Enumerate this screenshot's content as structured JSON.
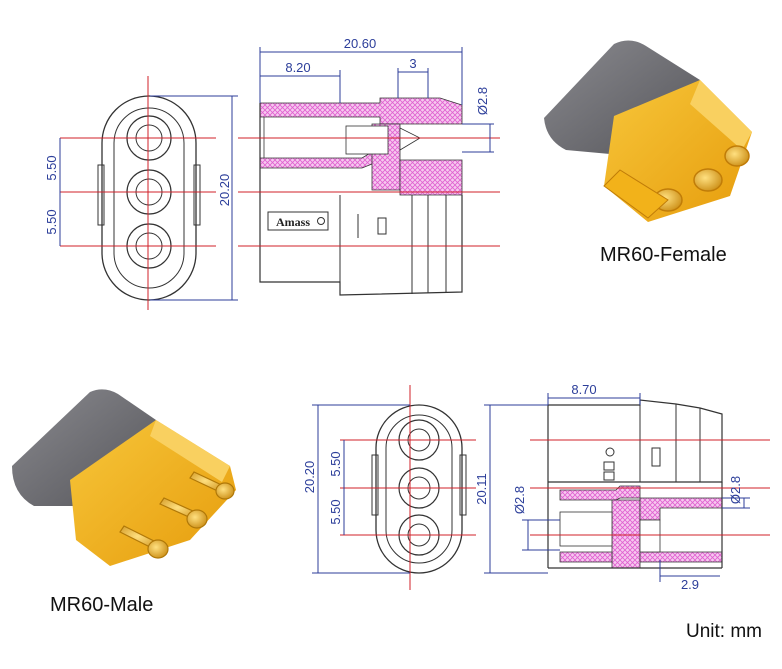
{
  "labels": {
    "female": "MR60-Female",
    "male": "MR60-Male",
    "unit": "Unit: mm",
    "brand": "Amass"
  },
  "female_dims": {
    "overall_length": "20.60",
    "body_length": "8.20",
    "pin_gap": "3",
    "pin_dia": "Ø2.8",
    "height": "20.20",
    "pitch_top": "5.50",
    "pitch_bottom": "5.50"
  },
  "male_dims": {
    "body_length": "8.70",
    "height": "20.20",
    "height_side": "20.11",
    "pitch_top": "5.50",
    "pitch_bottom": "5.50",
    "pin_dia_left": "Ø2.8",
    "pin_dia_right": "Ø2.8",
    "pin_ext": "2.9"
  },
  "colors": {
    "dimension": "#2c3e9a",
    "centerline": "#d0202a",
    "hatch": "#e870d8",
    "outline": "#333333",
    "housing_yellow": "#f2b21a",
    "housing_gray": "#6d6d72"
  }
}
